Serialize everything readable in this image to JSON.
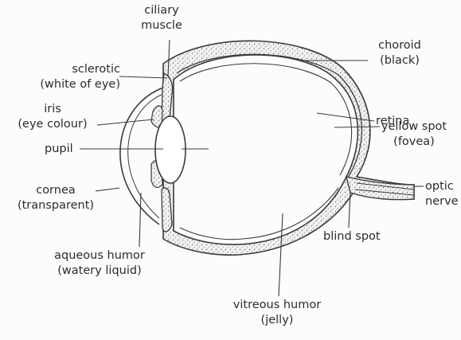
{
  "labels": {
    "ciliary_muscle": [
      "ciliary",
      "muscle"
    ],
    "sclerotic": [
      "sclerotic",
      "(white of eye)"
    ],
    "iris": [
      "iris",
      "(eye colour)"
    ],
    "pupil": [
      "pupil"
    ],
    "cornea": [
      "cornea",
      "(transparent)"
    ],
    "aqueous_humor": [
      "aqueous humor",
      "(watery liquid)"
    ],
    "choroid": [
      "choroid",
      "(black)"
    ],
    "retina": [
      "retina"
    ],
    "yellow_spot": [
      "yellow spot",
      "(fovea)"
    ],
    "optic_nerve": [
      "optic",
      "nerve"
    ],
    "blind_spot": [
      "blind spot"
    ],
    "vitreous_humor": [
      "vitreous humor",
      "(jelly)"
    ]
  }
}
